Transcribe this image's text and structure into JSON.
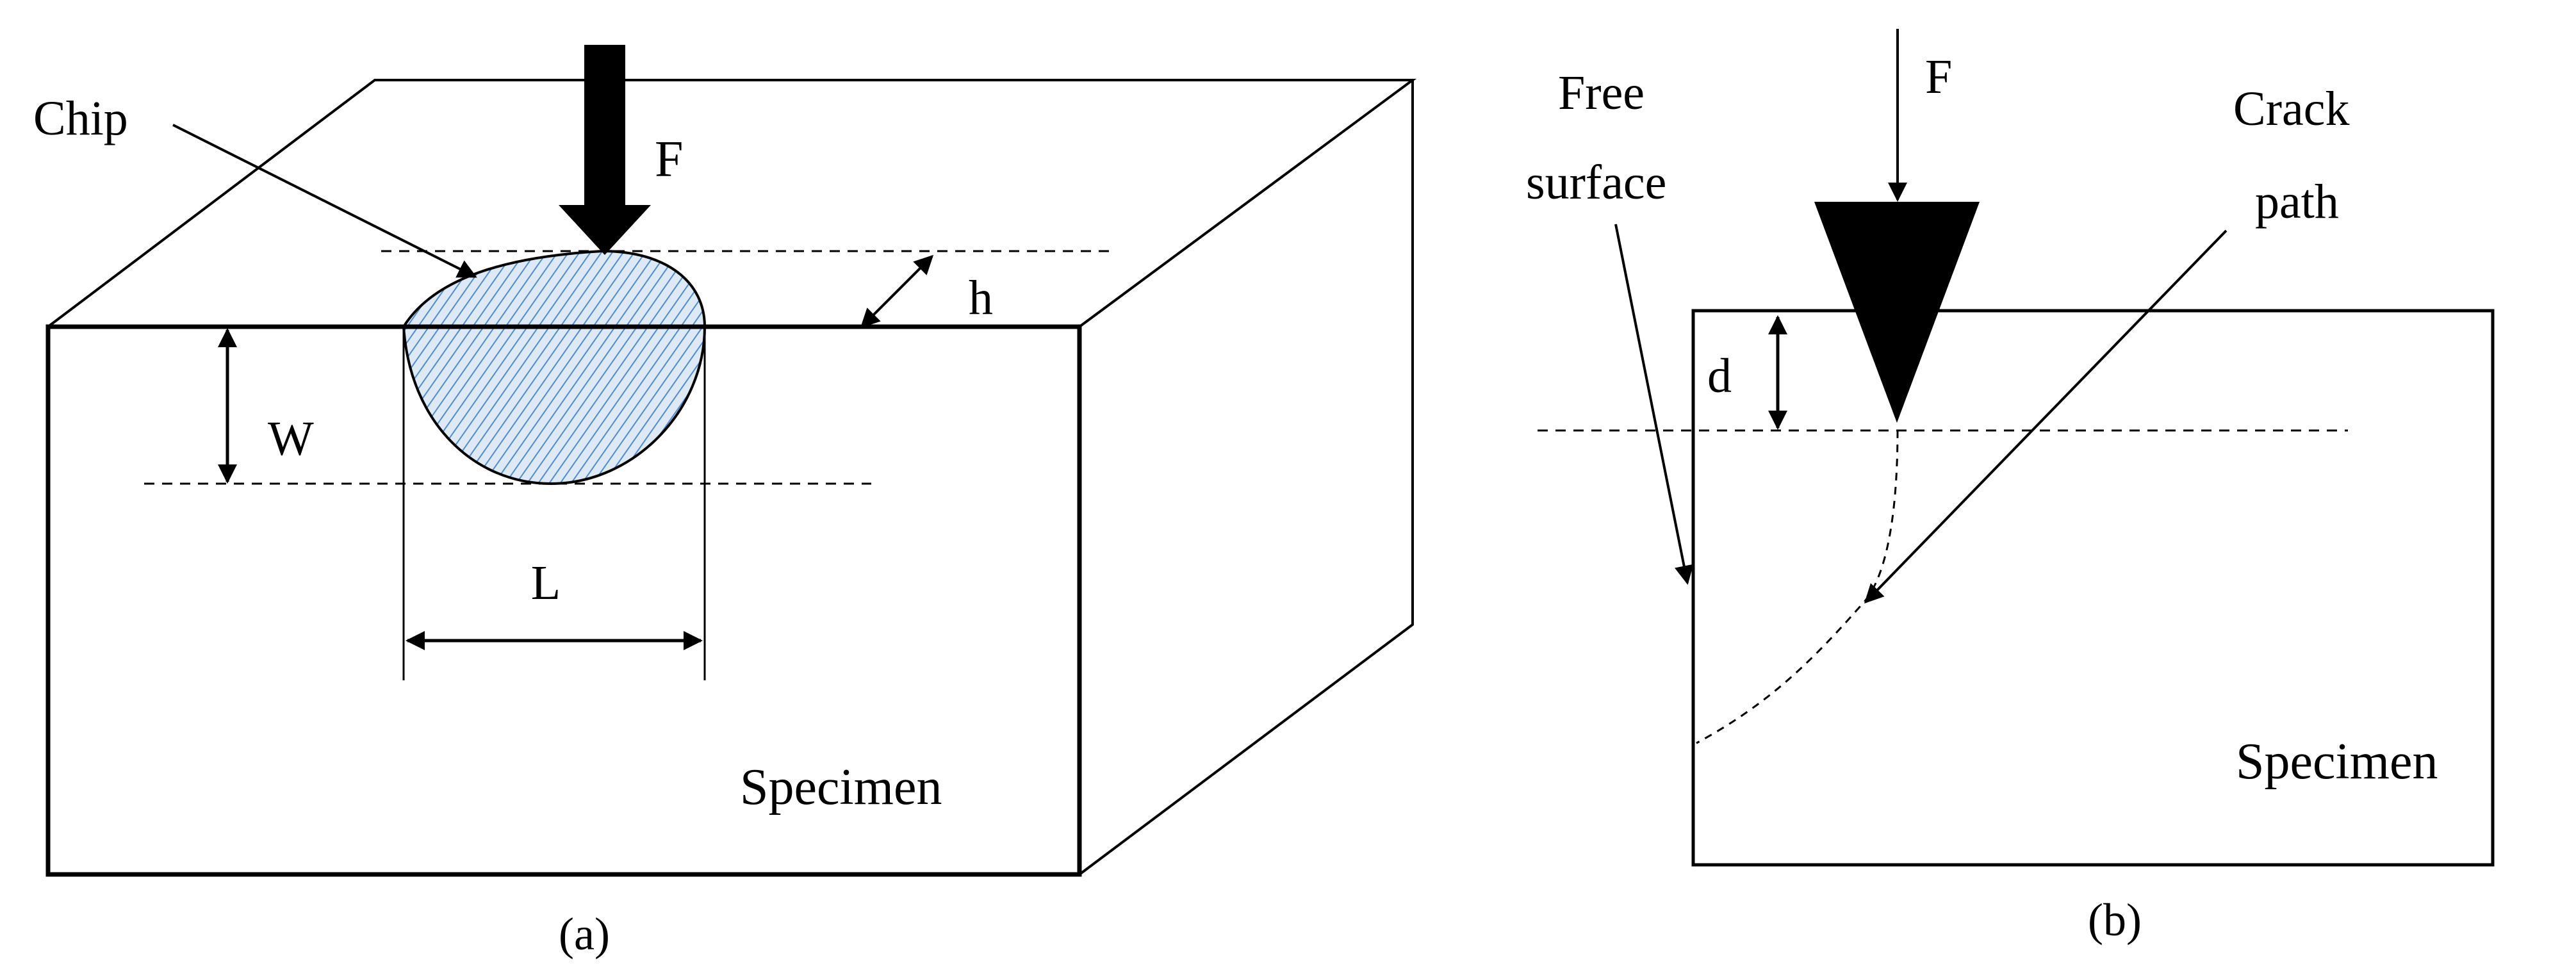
{
  "panel_a": {
    "chip_label": "Chip",
    "force_label": "F",
    "depth_label": "h",
    "width_label": "W",
    "length_label": "L",
    "specimen_label": "Specimen",
    "caption": "(a)"
  },
  "panel_b": {
    "free_surface_label_1": "Free",
    "free_surface_label_2": "surface",
    "force_label": "F",
    "crack_path_label_1": "Crack",
    "crack_path_label_2": "path",
    "depth_label": "d",
    "specimen_label": "Specimen",
    "caption": "(b)"
  },
  "colors": {
    "line": "#000000",
    "chip_fill": "#dde9f5",
    "chip_hatch": "#4f8ccf"
  }
}
